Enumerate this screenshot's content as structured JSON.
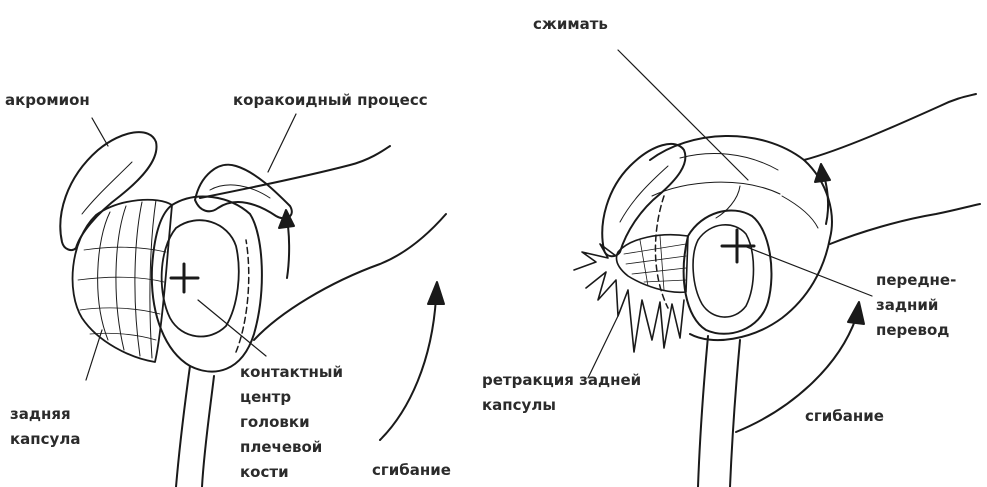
{
  "labels": {
    "acromion": "акромион",
    "coracoid": "коракоидный процесс",
    "posterior_capsule": [
      "задняя",
      "капсула"
    ],
    "contact_center": [
      "контактный",
      "центр",
      "головки",
      "плечевой",
      "кости"
    ],
    "flexion_left": "сгибание",
    "compress": "сжимать",
    "retraction": [
      "ретракция задней",
      "капсулы"
    ],
    "translation": [
      "передне-",
      "задний",
      "перевод"
    ],
    "flexion_right": "сгибание"
  },
  "colors": {
    "ink": "#1a1a1a",
    "text": "#2b2b2b",
    "background": "#ffffff"
  }
}
